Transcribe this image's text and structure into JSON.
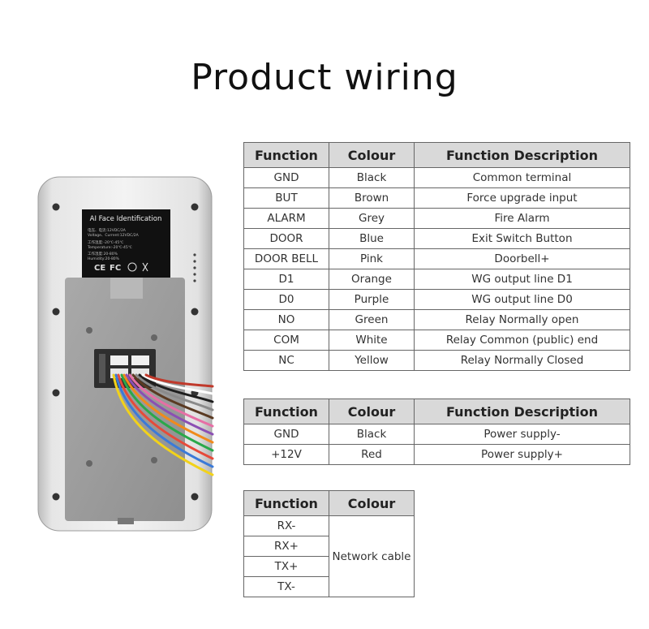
{
  "title": "Product wiring",
  "device": {
    "label_title": "AI Face  Identification",
    "label_line1": "电压、电流:12VDC/2A",
    "label_line2": "Voltage、Current:12VDC/2A",
    "label_line3": "工作温度:-20℃-45℃",
    "label_line4": "Temperature:-20℃-45℃",
    "label_line5": "工作湿度:20-80%",
    "label_line6": "Humidity:20-80%",
    "cert_ce": "CE",
    "cert_fc": "FC"
  },
  "table1": {
    "headers": [
      "Function",
      "Colour",
      "Function Description"
    ],
    "rows": [
      [
        "GND",
        "Black",
        "Common terminal"
      ],
      [
        "BUT",
        "Brown",
        "Force upgrade input"
      ],
      [
        "ALARM",
        "Grey",
        "Fire Alarm"
      ],
      [
        "DOOR",
        "Blue",
        "Exit Switch Button"
      ],
      [
        "DOOR BELL",
        "Pink",
        "Doorbell+"
      ],
      [
        "D1",
        "Orange",
        "WG output line D1"
      ],
      [
        "D0",
        "Purple",
        "WG output line D0"
      ],
      [
        "NO",
        "Green",
        "Relay Normally open"
      ],
      [
        "COM",
        "White",
        "Relay Common (public) end"
      ],
      [
        "NC",
        "Yellow",
        "Relay Normally Closed"
      ]
    ]
  },
  "table2": {
    "headers": [
      "Function",
      "Colour",
      "Function Description"
    ],
    "rows": [
      [
        "GND",
        "Black",
        "Power supply-"
      ],
      [
        "+12V",
        "Red",
        "Power supply+"
      ]
    ]
  },
  "table3": {
    "headers": [
      "Function",
      "Colour"
    ],
    "rows": [
      "RX-",
      "RX+",
      "TX+",
      "TX-"
    ],
    "merged_colour": "Network cable"
  }
}
